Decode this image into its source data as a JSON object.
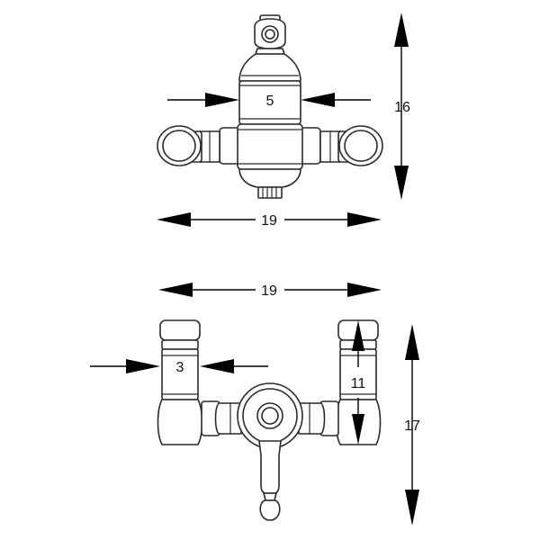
{
  "top_view": {
    "labels": {
      "body_width": "5",
      "height": "16",
      "overall_width": "19"
    }
  },
  "bottom_view": {
    "labels": {
      "overall_width": "19",
      "post_width": "3",
      "post_height": "11",
      "height": "17"
    }
  },
  "colors": {
    "stroke": "#2b2b2b",
    "arrow": "#000000",
    "background": "#ffffff"
  }
}
